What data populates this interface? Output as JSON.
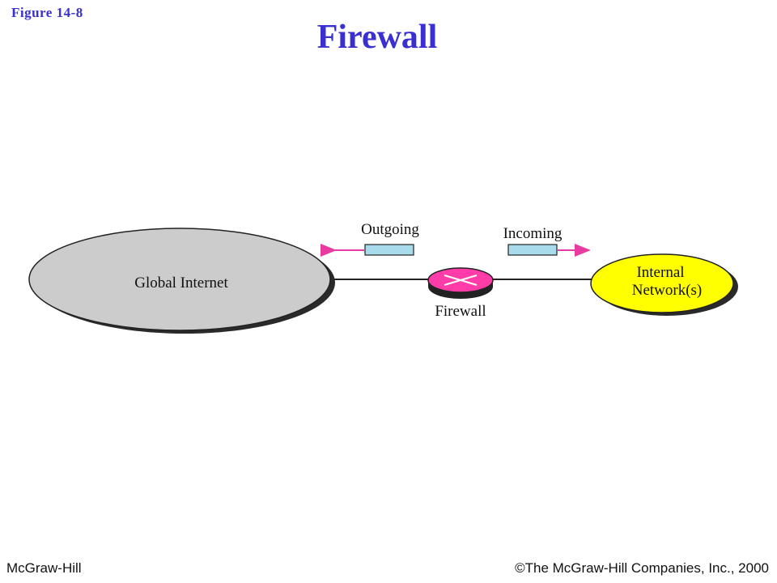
{
  "header": {
    "figure_label": "Figure  14-8",
    "title": "Firewall"
  },
  "diagram": {
    "global_network_label": "Global Internet",
    "firewall_label": "Firewall",
    "internal_network_label_line1": "Internal",
    "internal_network_label_line2": "Network(s)",
    "outgoing_label": "Outgoing",
    "incoming_label": "Incoming",
    "colors": {
      "global_fill": "#cccccc",
      "internal_fill": "#ffff00",
      "firewall_fill": "#ff3ca8",
      "packet_fill": "#a8dcec",
      "arrow": "#e83aa0",
      "title": "#3a2fcf"
    }
  },
  "footer": {
    "publisher": "McGraw-Hill",
    "copyright": "©The McGraw-Hill Companies, Inc., 2000"
  }
}
